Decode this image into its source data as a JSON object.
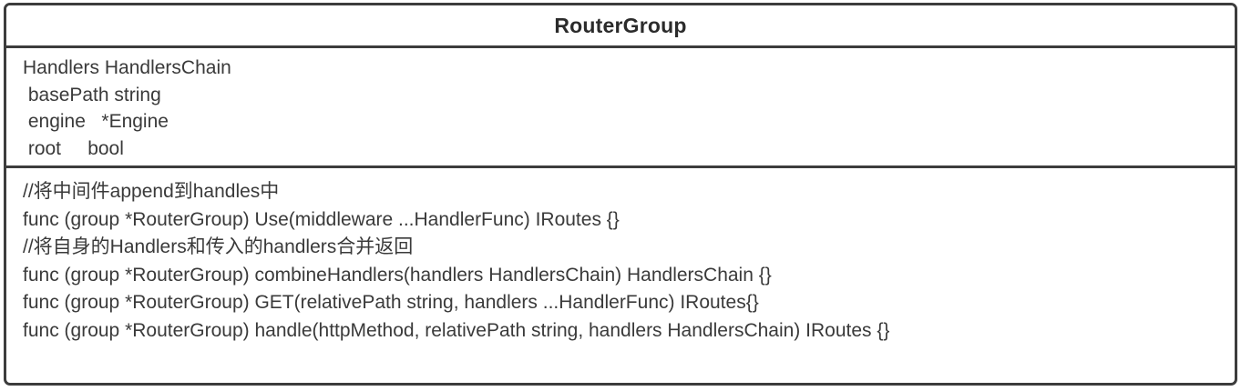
{
  "diagram": {
    "type": "uml-class",
    "class": {
      "name": "RouterGroup",
      "attributes": [
        {
          "text": "Handlers HandlersChain"
        },
        {
          "text": " basePath string"
        },
        {
          "text": " engine   *Engine"
        },
        {
          "text": " root     bool"
        }
      ],
      "methods": [
        {
          "kind": "comment",
          "text": "//将中间件append到handles中"
        },
        {
          "kind": "signature",
          "text": "func (group *RouterGroup) Use(middleware ...HandlerFunc) IRoutes {}"
        },
        {
          "kind": "comment",
          "text": "//将自身的Handlers和传入的handlers合并返回"
        },
        {
          "kind": "signature",
          "text": "func (group *RouterGroup) combineHandlers(handlers HandlersChain) HandlersChain {}"
        },
        {
          "kind": "signature",
          "text": "func (group *RouterGroup) GET(relativePath string, handlers ...HandlerFunc) IRoutes{}"
        },
        {
          "kind": "signature",
          "text": "func (group *RouterGroup) handle(httpMethod, relativePath string, handlers HandlersChain) IRoutes {}"
        }
      ]
    },
    "colors": {
      "border": "#3c3c3c",
      "background": "#ffffff",
      "text": "#3a3a3a",
      "title_text": "#2b2b2b"
    }
  }
}
